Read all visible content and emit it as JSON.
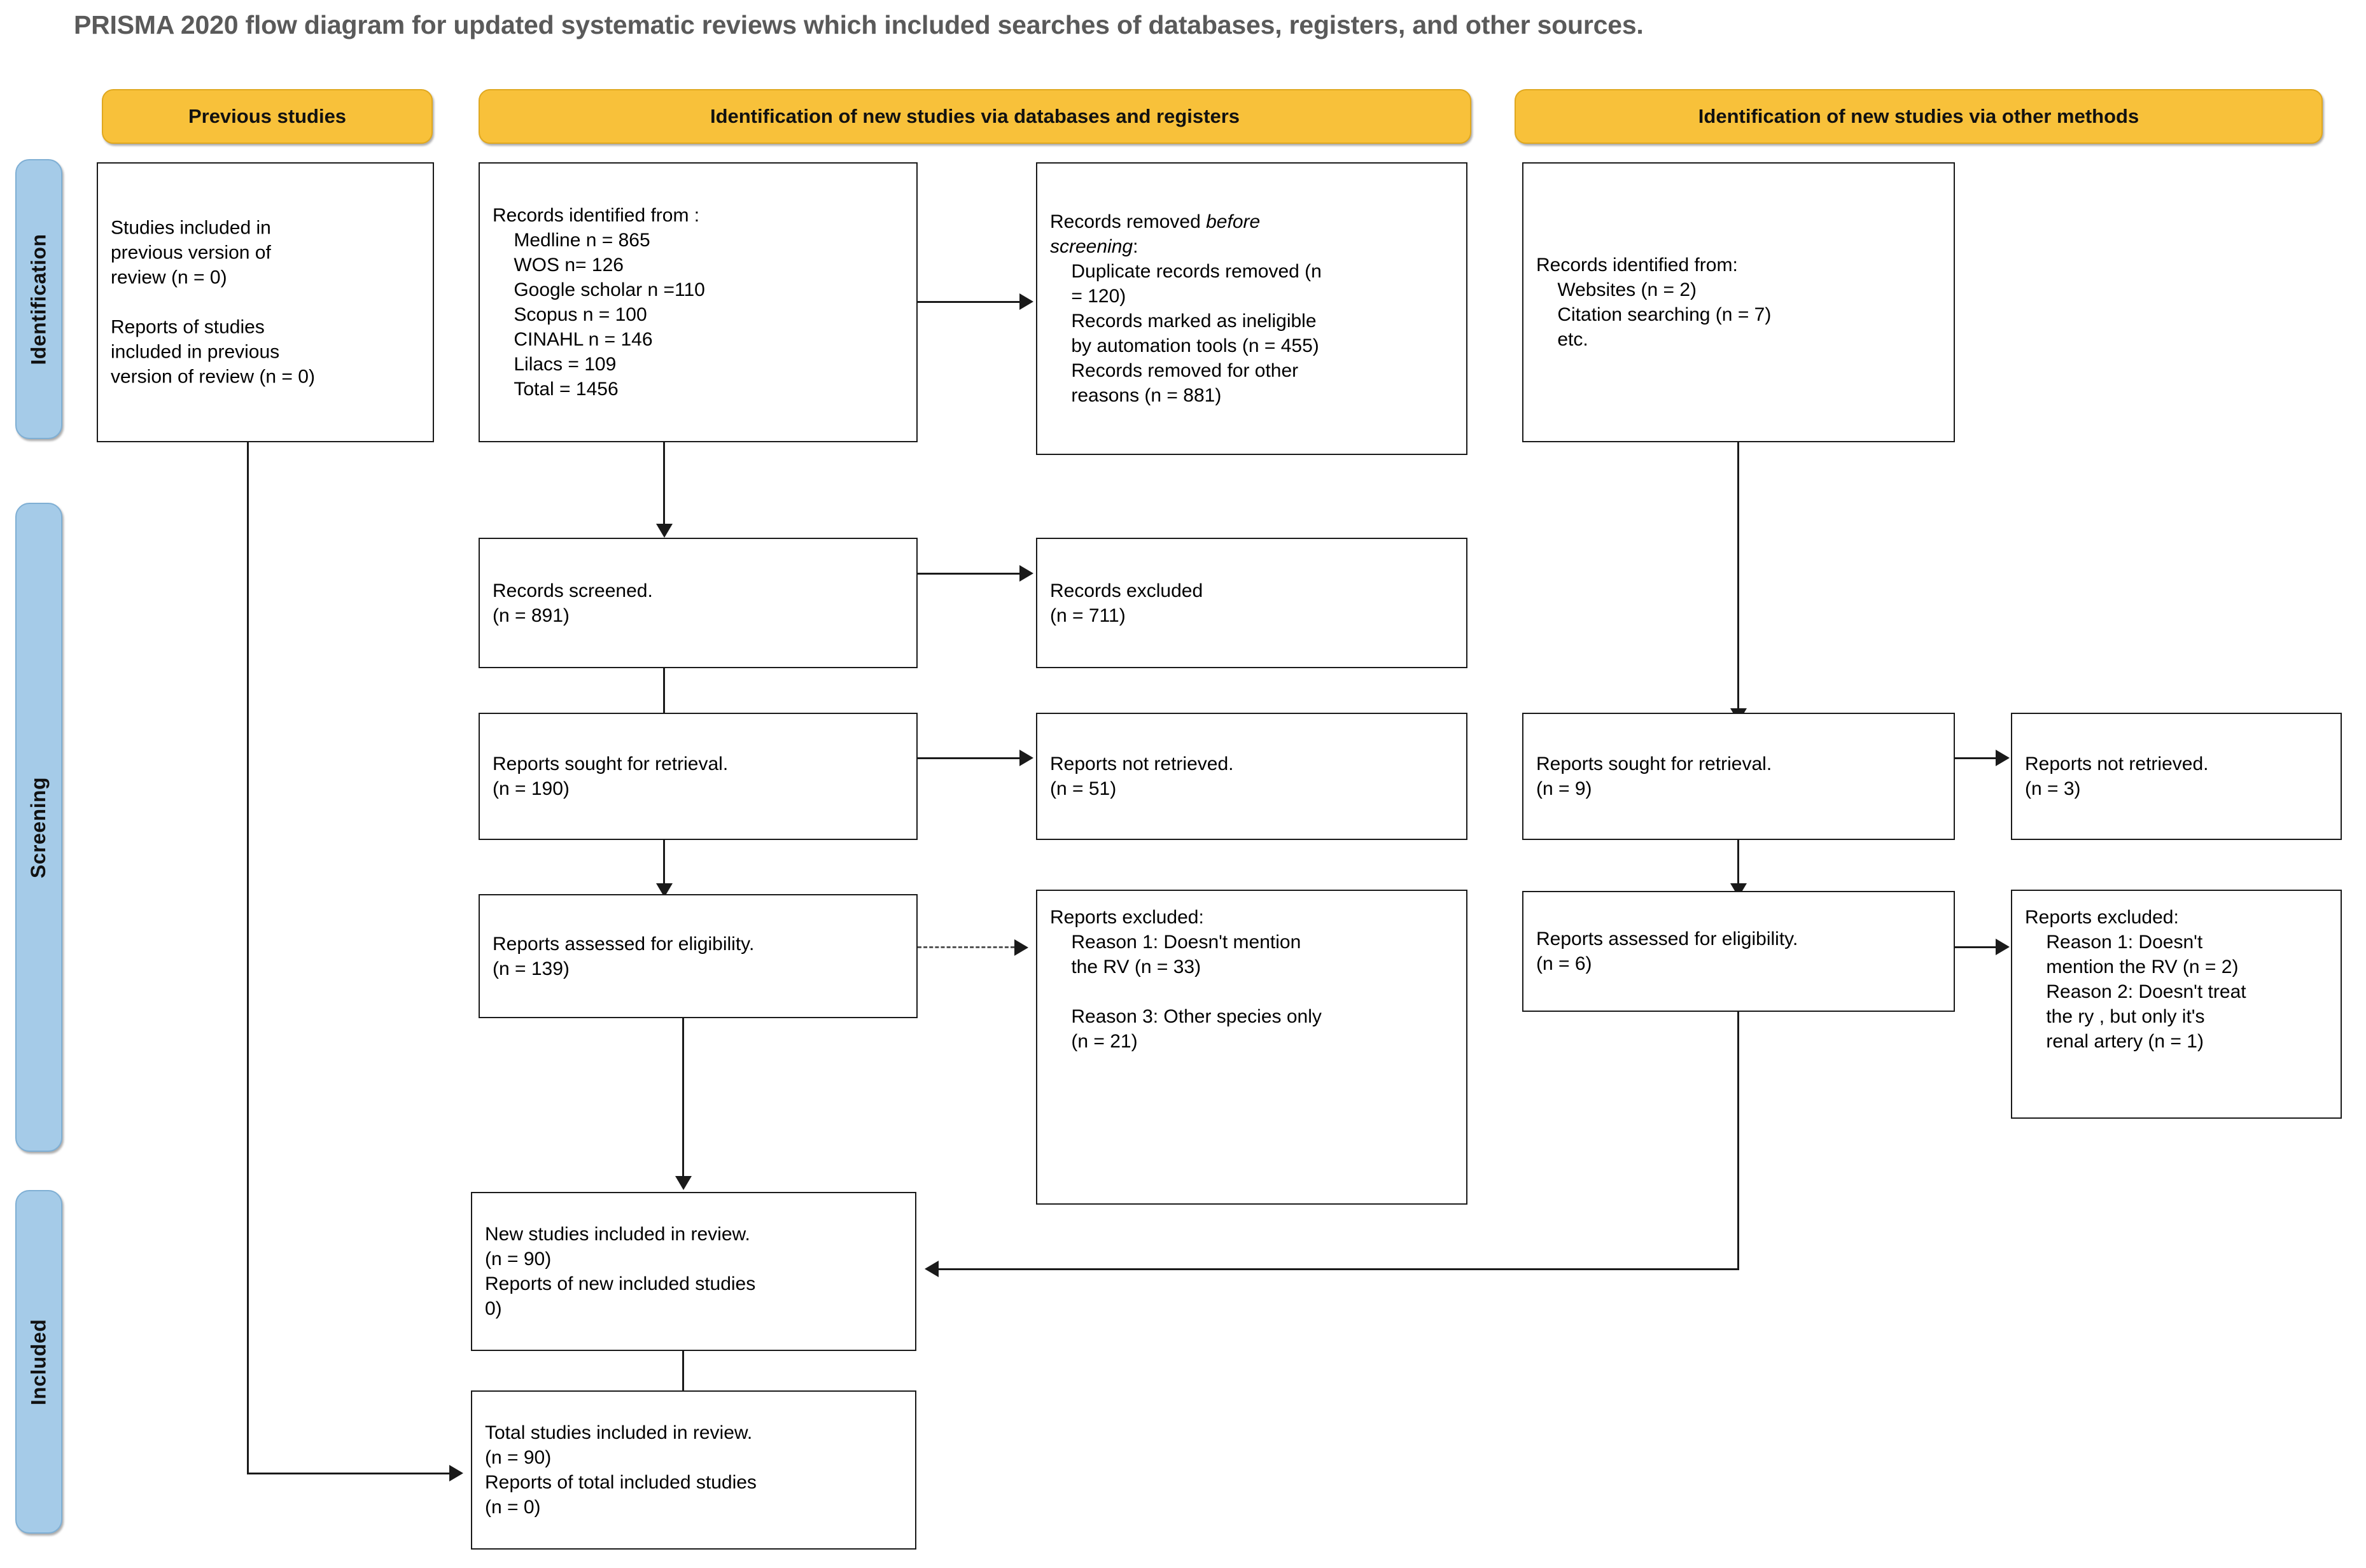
{
  "title": "PRISMA 2020 flow diagram for updated systematic reviews which included searches of databases, registers, and other sources.",
  "colors": {
    "header_yellow": "#F8C13A",
    "stage_blue": "#A5CBE8",
    "box_border": "#1a1a1a",
    "title_gray": "#5a5a5a"
  },
  "column_headers": [
    {
      "id": "previous-studies",
      "label": "Previous studies"
    },
    {
      "id": "databases-registers",
      "label": "Identification of new studies via databases and registers"
    },
    {
      "id": "other-methods",
      "label": "Identification of new studies via other methods"
    }
  ],
  "stages": [
    {
      "id": "identification",
      "label": "Identification"
    },
    {
      "id": "screening",
      "label": "Screening"
    },
    {
      "id": "included",
      "label": "Included"
    }
  ],
  "boxes": {
    "previous_studies": "Studies included in\nprevious version of\nreview (n = 0)\n\nReports of studies\nincluded in previous\nversion of review (n = 0)",
    "records_identified_db": "Records identified from :\n    Medline n = 865\n    WOS n= 126\n    Google scholar n =110\n    Scopus n = 100\n    CINAHL n = 146\n    Lilacs = 109\n    Total = 1456",
    "records_removed_line1": "Records removed ",
    "records_removed_italic1": "before",
    "records_removed_italic2": "screening",
    "records_removed_rest": ":\n    Duplicate records removed (n\n    = 120)\n    Records marked as ineligible\n    by automation tools (n = 455)\n    Records removed for other\n    reasons (n = 881)",
    "records_identified_other": "Records identified from:\n    Websites (n = 2)\n    Citation searching (n = 7)\n    etc.",
    "records_screened": "Records screened.\n(n = 891)",
    "records_excluded": "Records excluded\n(n = 711)",
    "reports_sought_db": "Reports sought for retrieval.\n(n = 190)",
    "reports_not_retrieved_db": "Reports not retrieved.\n(n = 51)",
    "reports_assessed_db": "Reports assessed for eligibility.\n(n = 139)",
    "reports_excluded_db": "Reports excluded:\n    Reason 1: Doesn't mention\n    the RV (n = 33)\n\n    Reason 3: Other species only\n    (n = 21)",
    "reports_sought_other": "Reports sought for retrieval.\n(n = 9)",
    "reports_not_retrieved_other": "Reports not retrieved.\n(n = 3)",
    "reports_assessed_other": "Reports assessed for eligibility.\n(n = 6)",
    "reports_excluded_other": "Reports excluded:\n    Reason 1: Doesn't\n    mention the RV (n = 2)\n    Reason 2: Doesn't treat\n    the ry , but only it's\n    renal artery (n = 1)",
    "new_studies_included": "New studies included in review.\n(n = 90)\nReports of new included studies\n0)",
    "total_studies_included": "Total studies included in review.\n(n = 90)\nReports of total included studies\n(n = 0)"
  },
  "counts": {
    "medline": 865,
    "wos": 126,
    "google_scholar": 110,
    "scopus": 100,
    "cinahl": 146,
    "lilacs": 109,
    "total_identified": 1456,
    "duplicates_removed": 120,
    "ineligible_automation": 455,
    "removed_other_reasons": 881,
    "records_screened": 891,
    "records_excluded": 711,
    "reports_sought_db": 190,
    "reports_not_retrieved_db": 51,
    "reports_assessed_db": 139,
    "excluded_reason1_db": 33,
    "excluded_reason3_db": 21,
    "websites": 2,
    "citation_searching": 7,
    "reports_sought_other": 9,
    "reports_not_retrieved_other": 3,
    "reports_assessed_other": 6,
    "excluded_reason1_other": 2,
    "excluded_reason2_other": 1,
    "previous_studies": 0,
    "previous_reports": 0,
    "new_studies_included": 90,
    "total_studies_included": 90,
    "total_reports_included": 0
  }
}
